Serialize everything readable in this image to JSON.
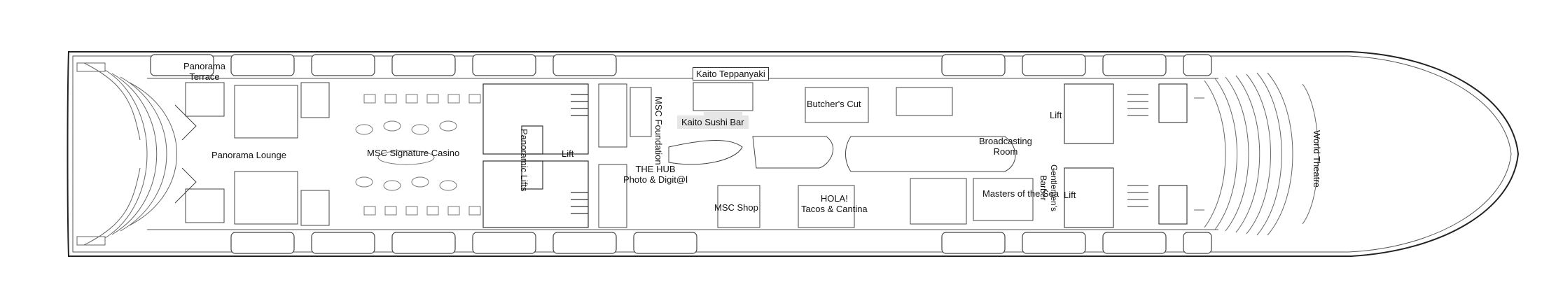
{
  "deck": {
    "venues": {
      "panorama_terrace": [
        "Panorama",
        "Terrace"
      ],
      "panorama_lounge": "Panorama Lounge",
      "casino": "MSC Signature Casino",
      "panoramic_lifts": "Panoramic Lifts",
      "lift_aft": "Lift",
      "kaito_teppanyaki": "Kaito Teppanyaki",
      "msc_foundation": "MSC Foundation",
      "kaito_sushi": "Kaito Sushi Bar",
      "the_hub": [
        "THE HUB",
        "Photo & Digit@l"
      ],
      "msc_shop": "MSC Shop",
      "butchers_cut": "Butcher's Cut",
      "hola": [
        "HOLA!",
        "Tacos & Cantina"
      ],
      "broadcasting": [
        "Broadcasting",
        "Room"
      ],
      "masters_of_the_sea": "Masters of the Sea",
      "gentlemens_barber": [
        "Gentlemen's",
        "Barber"
      ],
      "lift_fwd_top": "Lift",
      "lift_fwd_bottom": "Lift",
      "world_theatre": "World Theatre"
    },
    "colors": {
      "outline": "#333333",
      "detail": "#777777",
      "shade": "#e6e6e6"
    }
  }
}
